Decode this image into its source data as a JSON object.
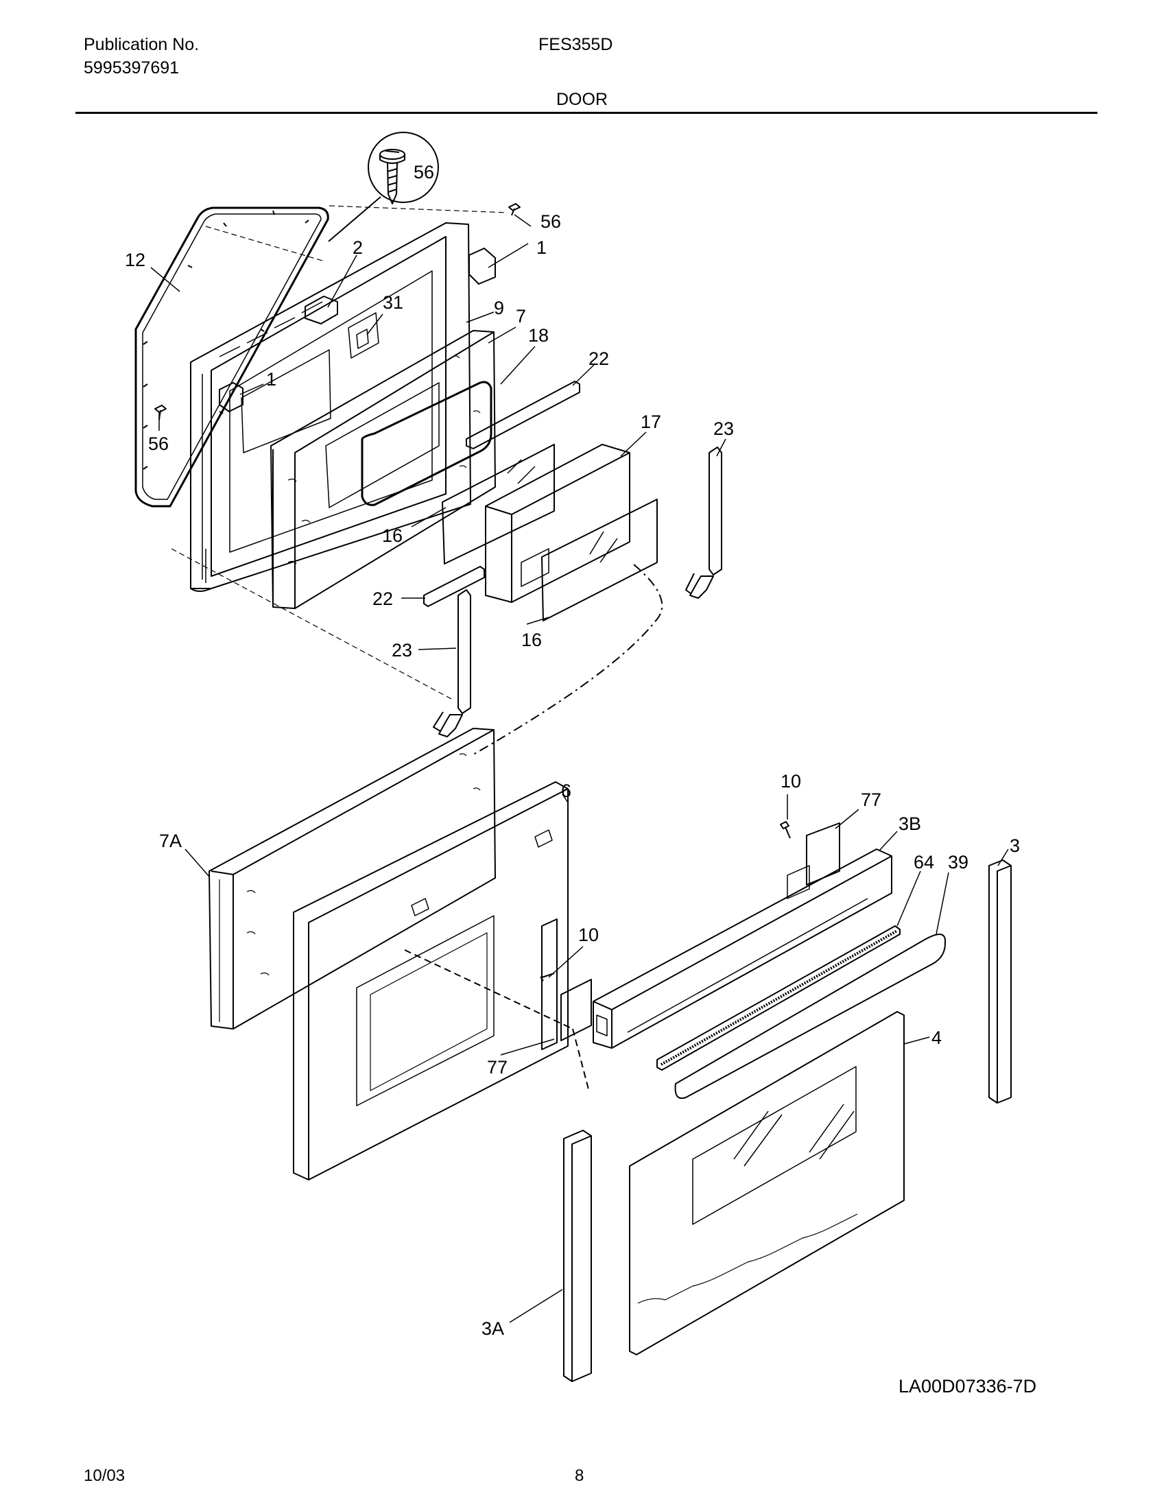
{
  "header": {
    "publication_label": "Publication No.",
    "publication_number": "5995397691",
    "model": "FES355D",
    "section_title": "DOOR"
  },
  "callouts": {
    "c56_detail": "56",
    "c56_top": "56",
    "c56_left": "56",
    "c12": "12",
    "c2": "2",
    "c1_top": "1",
    "c1_left": "1",
    "c31": "31",
    "c9": "9",
    "c7": "7",
    "c18": "18",
    "c22_top": "22",
    "c22_bottom": "22",
    "c17": "17",
    "c23_right": "23",
    "c23_left": "23",
    "c16_left": "16",
    "c16_bottom": "16",
    "c6": "6",
    "c7A": "7A",
    "c10_top": "10",
    "c10_mid": "10",
    "c77_top": "77",
    "c77_bottom": "77",
    "c3B": "3B",
    "c64": "64",
    "c39": "39",
    "c3": "3",
    "c4": "4",
    "c3A": "3A"
  },
  "footer": {
    "figure_id": "LA00D07336-7D",
    "date": "10/03",
    "page": "8"
  }
}
